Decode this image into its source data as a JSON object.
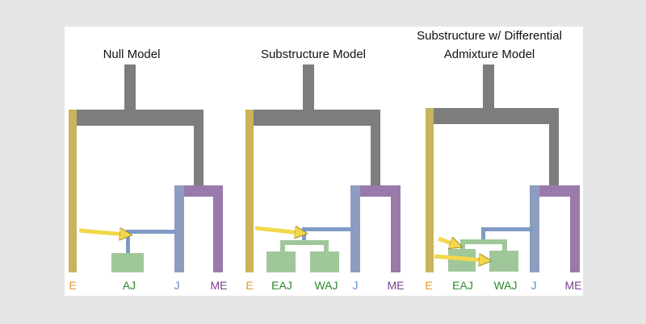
{
  "colors": {
    "background": "#e6e6e6",
    "panel": "#ffffff",
    "gray_branch": "#7d7d7d",
    "E": "#c8b45a",
    "J": "#8e9cc0",
    "ME": "#9a7aaa",
    "blue_branch": "#7f9bc4",
    "green": "#9fc79a",
    "arrow_fill": "#f2d84a",
    "arrow_stroke": "#9a8a2a",
    "label_E": "#e09a2a",
    "label_green": "#2a8a2a",
    "label_J": "#5b8fd0",
    "label_ME": "#7a3f8f"
  },
  "panels": [
    {
      "id": "null",
      "title_lines": [
        "Null Model"
      ],
      "leaves": {
        "E": "E",
        "AJ": "AJ",
        "J": "J",
        "ME": "ME"
      }
    },
    {
      "id": "substructure",
      "title_lines": [
        "Substructure Model"
      ],
      "leaves": {
        "E": "E",
        "EAJ": "EAJ",
        "WAJ": "WAJ",
        "J": "J",
        "ME": "ME"
      }
    },
    {
      "id": "differential",
      "title_lines": [
        "Substructure w/ Differential",
        "Admixture Model"
      ],
      "leaves": {
        "E": "E",
        "EAJ": "EAJ",
        "WAJ": "WAJ",
        "J": "J",
        "ME": "ME"
      }
    }
  ],
  "arrow_icons": [
    "arrow-right-icon"
  ]
}
